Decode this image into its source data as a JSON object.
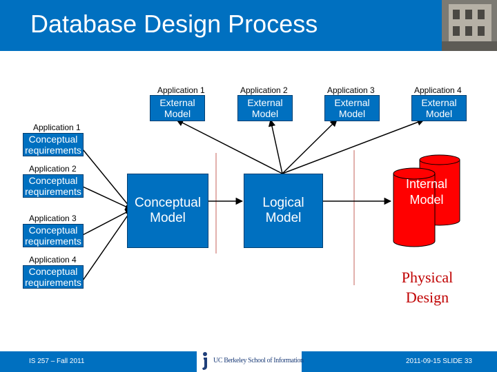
{
  "header": {
    "title": "Database Design Process"
  },
  "external_models": [
    {
      "app": "Application 1",
      "label": "External Model"
    },
    {
      "app": "Application 2",
      "label": "External Model"
    },
    {
      "app": "Application 3",
      "label": "External Model"
    },
    {
      "app": "Application 4",
      "label": "External Model"
    }
  ],
  "requirements": [
    {
      "app": "Application 1",
      "label": "Conceptual requirements"
    },
    {
      "app": "Application 2",
      "label": "Conceptual requirements"
    },
    {
      "app": "Application 3",
      "label": "Conceptual requirements"
    },
    {
      "app": "Application 4",
      "label": "Conceptual requirements"
    }
  ],
  "conceptual_model": "Conceptual Model",
  "logical_model": "Logical Model",
  "internal_model": "Internal Model",
  "physical_design": "Physical Design",
  "footer": {
    "left": "IS 257 – Fall 2011",
    "right": "2011-09-15 SLIDE 33",
    "logo_text": "UC Berkeley School of Information"
  },
  "colors": {
    "brand_blue": "#0070c0",
    "database_red": "#ff0000",
    "physical_red": "#c00000",
    "divider": "#d99590"
  }
}
